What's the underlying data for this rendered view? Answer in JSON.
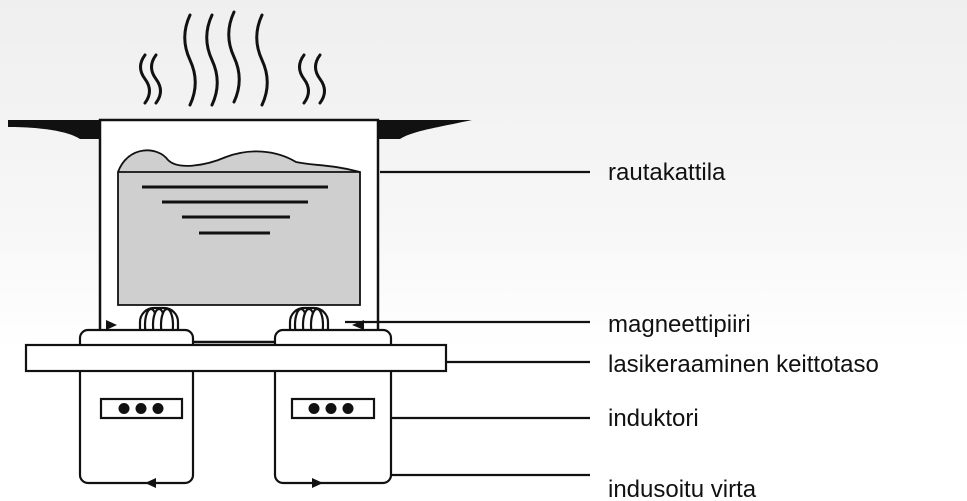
{
  "labels": {
    "pot": "rautakattila",
    "magnetic_circuit": "magneettipiiri",
    "glass_ceramic_hob": "lasikeraaminen keittotaso",
    "inductor": "induktori",
    "induced_current": "indusoitu virta"
  },
  "colors": {
    "line": "#111111",
    "liquid": "#cfcfcf",
    "top_gradient": "#efefef",
    "background": "#ffffff"
  },
  "icons": {
    "steam": "steam-wave-icon",
    "coil": "coil-icon",
    "indicator": "indicator-dots-icon",
    "arrow": "arrowhead-icon"
  }
}
